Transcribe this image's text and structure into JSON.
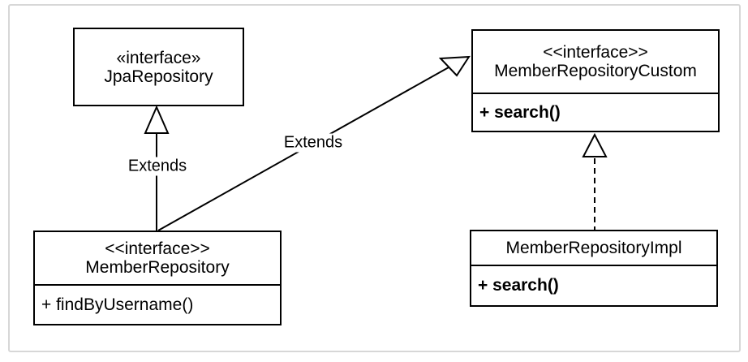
{
  "diagram": {
    "kind": "uml-class-diagram",
    "classes": [
      {
        "id": "jpa-repository",
        "stereotype": "«interface»",
        "name": "JpaRepository",
        "methods": []
      },
      {
        "id": "member-repository-custom",
        "stereotype": "<<interface>>",
        "name": "MemberRepositoryCustom",
        "methods": [
          {
            "label": "+ search()",
            "bold": true
          }
        ]
      },
      {
        "id": "member-repository",
        "stereotype": "<<interface>>",
        "name": "MemberRepository",
        "methods": [
          {
            "label": "+ findByUsername()",
            "bold": false
          }
        ]
      },
      {
        "id": "member-repository-impl",
        "stereotype": "",
        "name": "MemberRepositoryImpl",
        "methods": [
          {
            "label": "+ search()",
            "bold": true
          }
        ]
      }
    ],
    "relationships": [
      {
        "from": "MemberRepository",
        "to": "JpaRepository",
        "type": "generalization",
        "line": "solid",
        "label": "Extends"
      },
      {
        "from": "MemberRepository",
        "to": "MemberRepositoryCustom",
        "type": "generalization",
        "line": "solid",
        "label": "Extends"
      },
      {
        "from": "MemberRepositoryImpl",
        "to": "MemberRepositoryCustom",
        "type": "realization",
        "line": "dashed",
        "label": ""
      }
    ],
    "colors": {
      "line": "#000000",
      "box_border": "#000000",
      "box_fill": "#ffffff",
      "frame_border": "#d7d7d7",
      "background": "#ffffff"
    }
  }
}
